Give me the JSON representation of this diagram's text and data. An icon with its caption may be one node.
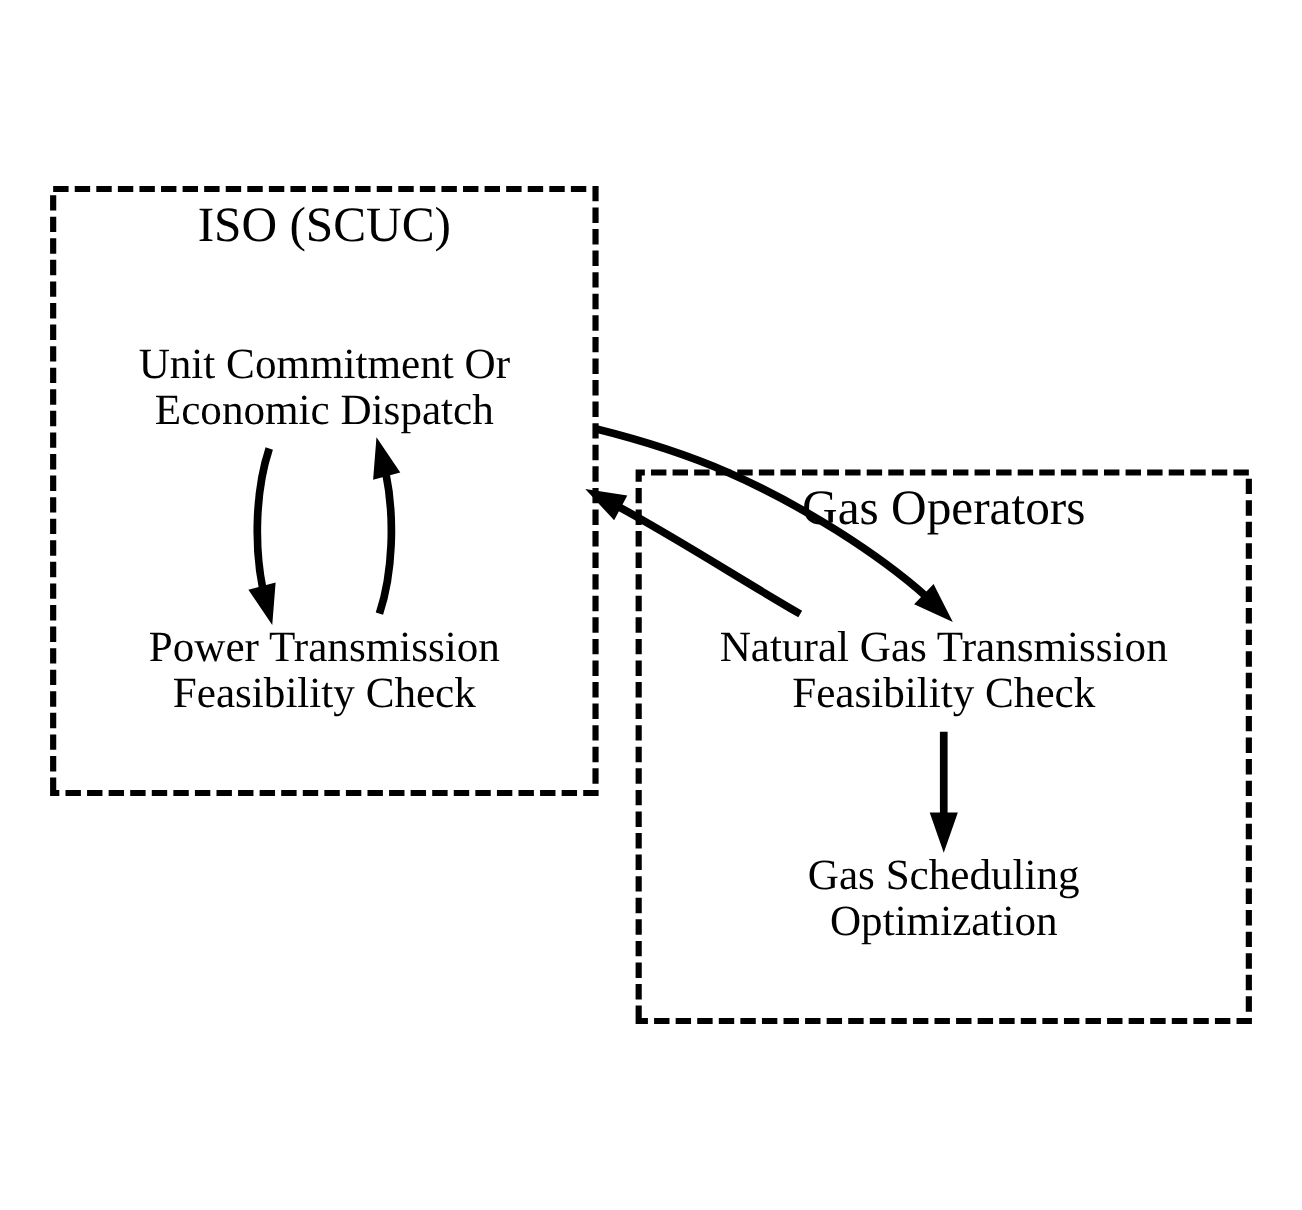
{
  "diagram": {
    "nodes": [
      {
        "text": [
          "ISO (SCUC)"
        ]
      },
      {
        "text": [
          "Unit Commitment Or Economic Dispatch"
        ],
        "in": 0
      },
      {
        "text": [
          "Power Transmission Feasibility Check"
        ],
        "in": 0
      },
      {
        "text": [
          "Gas Operators"
        ]
      },
      {
        "text": [
          "Natural Gas Transmission Feasibility Check"
        ],
        "in": 3
      },
      {
        "text": [
          "Gas Scheduling Optimization"
        ],
        "in": 3
      }
    ],
    "edges": [
      {
        "from": 1,
        "to": 2,
        "arrow": "to"
      },
      {
        "from": 2,
        "to": 1,
        "arrow": "to"
      },
      {
        "from": 0,
        "to": 4,
        "arrow": "to"
      },
      {
        "from": 4,
        "to": 0,
        "arrow": "to"
      },
      {
        "from": 4,
        "to": 5,
        "arrow": "to"
      }
    ]
  }
}
